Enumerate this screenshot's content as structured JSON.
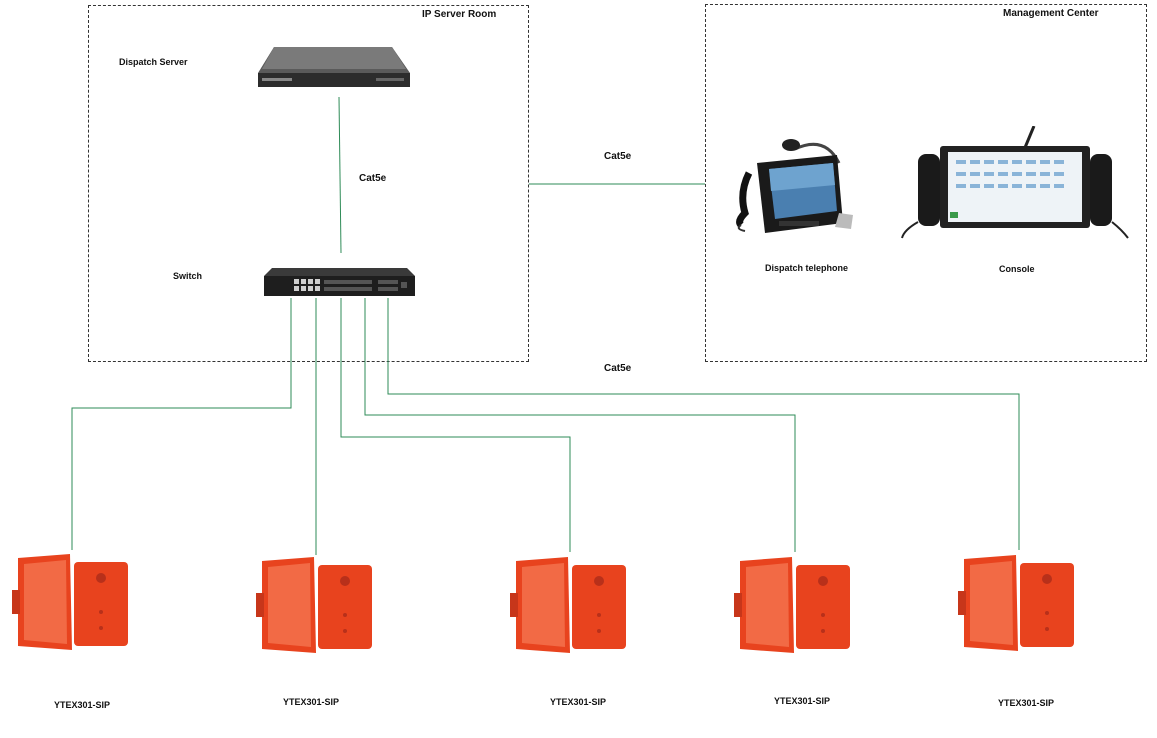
{
  "zones": {
    "server_room": {
      "title": "IP Server Room"
    },
    "management": {
      "title": "Management Center"
    }
  },
  "devices": {
    "dispatch_server": {
      "label": "Dispatch Server"
    },
    "switch": {
      "label": "Switch"
    },
    "dispatch_telephone": {
      "label": "Dispatch telephone"
    },
    "console": {
      "label": "Console"
    }
  },
  "cables": {
    "server_switch": "Cat5e",
    "room_management": "Cat5e",
    "switch_phones": "Cat5e"
  },
  "phones": [
    {
      "label": "YTEX301-SIP"
    },
    {
      "label": "YTEX301-SIP"
    },
    {
      "label": "YTEX301-SIP"
    },
    {
      "label": "YTEX301-SIP"
    },
    {
      "label": "YTEX301-SIP"
    }
  ],
  "colors": {
    "wire": "#2e8b57",
    "phone_body": "#e8431e",
    "rack": "#2a2a2a"
  }
}
